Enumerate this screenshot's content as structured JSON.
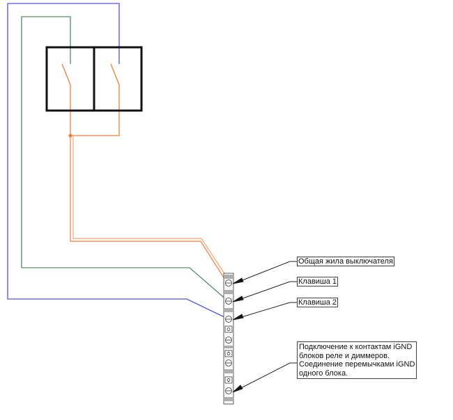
{
  "diagram": {
    "title": "Wiring diagram: two-key switch to terminal block",
    "colors": {
      "wire_common": "#f07a3a",
      "wire_key1": "#5a9a6e",
      "wire_key2": "#4a4af0",
      "outline": "#111111",
      "callout": "#222222"
    },
    "components": [
      {
        "id": "switch",
        "type": "double-switch",
        "keys": 2
      },
      {
        "id": "terminal-block",
        "type": "terminal-strip",
        "terminals": 6
      }
    ],
    "wires": [
      {
        "name": "common",
        "color": "wire_common",
        "from": "switch keys (joined)",
        "to": "terminal 1"
      },
      {
        "name": "key1",
        "color": "wire_key1",
        "from": "switch key 1",
        "to": "terminal 2"
      },
      {
        "name": "key2",
        "color": "wire_key2",
        "from": "switch key 2",
        "to": "terminal 3"
      }
    ],
    "labels": {
      "common": "Общая жила выключателя",
      "key1": "Клавиша 1",
      "key2": "Клавиша 2",
      "ignd": "Подключение к контактам iGND\nблоков реле и диммеров.\nСоединение перемычками iGND\nодного блока."
    }
  }
}
